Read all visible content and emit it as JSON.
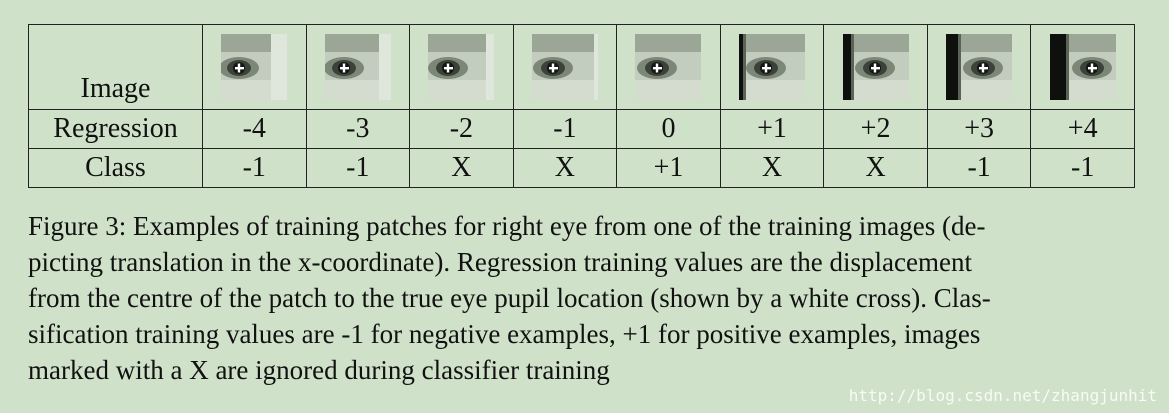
{
  "table": {
    "row_labels": {
      "image": "Image",
      "regression": "Regression",
      "class": "Class"
    },
    "regression_values": [
      "-4",
      "-3",
      "-2",
      "-1",
      "0",
      "+1",
      "+2",
      "+3",
      "+4"
    ],
    "class_values": [
      "-1",
      "-1",
      "X",
      "X",
      "+1",
      "X",
      "X",
      "-1",
      "-1"
    ],
    "patch_description": "eye-patch-with-white-cross"
  },
  "caption": {
    "lines": [
      "Figure 3: Examples of training patches for right eye from one of the training images (de-",
      "picting translation in the x-coordinate). Regression training values are the displacement",
      "from the centre of the patch to the true eye pupil location (shown by a white cross). Clas-",
      "sification training values are -1 for negative examples, +1 for positive examples, images",
      "marked with a X are ignored during classifier training"
    ]
  },
  "watermark": "http://blog.csdn.net/zhangjunhit",
  "colors": {
    "background": "#cfe1c8",
    "border": "#222222",
    "text": "#111111"
  }
}
